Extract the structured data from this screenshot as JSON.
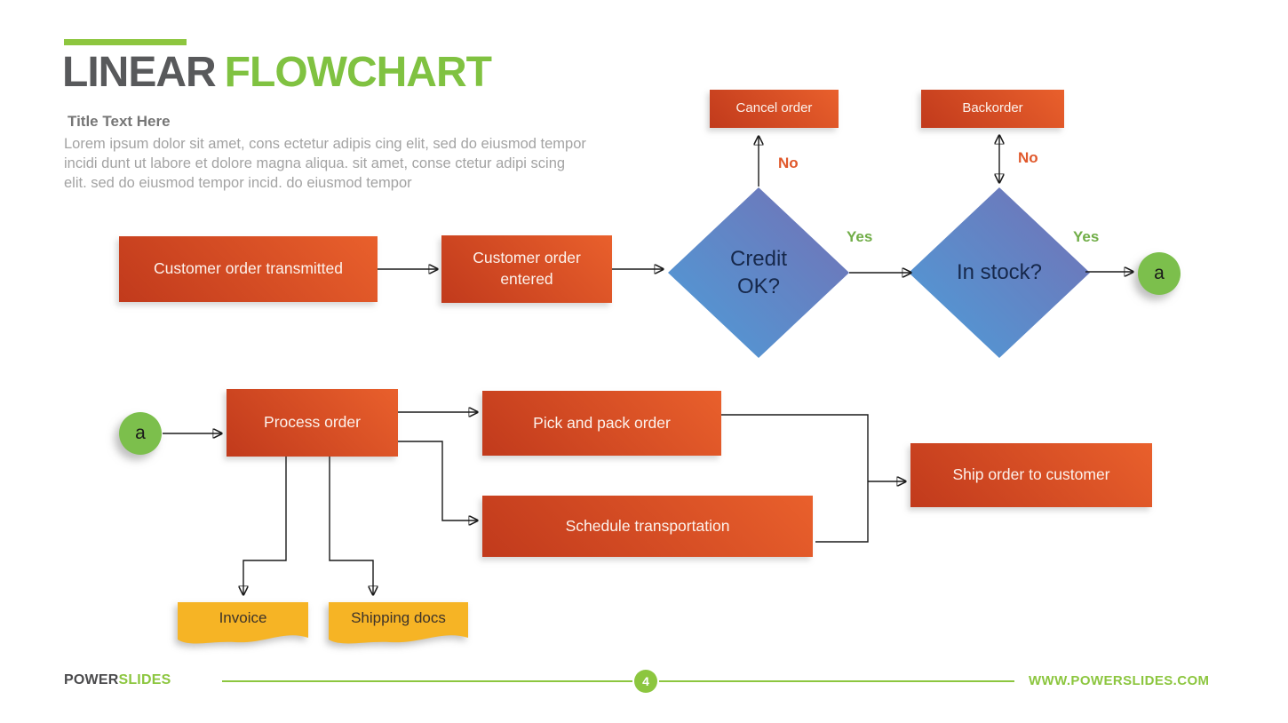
{
  "header": {
    "title_primary": "LINEAR",
    "title_accent": "FLOWCHART",
    "subtitle": "Title Text Here",
    "body_lines": [
      "Lorem ipsum dolor sit amet, cons ectetur adipis cing elit, sed do eiusmod tempor",
      "incidi dunt ut labore et dolore magna aliqua. sit amet, conse ctetur adipi scing",
      "elit. sed do eiusmod tempor incid. do eiusmod tempor"
    ]
  },
  "flowchart": {
    "nodes": {
      "customer_order_transmitted": {
        "label": "Customer order transmitted",
        "type": "process"
      },
      "customer_order_entered": {
        "label": "Customer order entered",
        "type": "process"
      },
      "credit_ok": {
        "label": "Credit OK?",
        "type": "decision"
      },
      "cancel_order": {
        "label": "Cancel order",
        "type": "process"
      },
      "in_stock": {
        "label": "In stock?",
        "type": "decision"
      },
      "backorder": {
        "label": "Backorder",
        "type": "process"
      },
      "connector_a_out": {
        "label": "a",
        "type": "connector"
      },
      "connector_a_in": {
        "label": "a",
        "type": "connector"
      },
      "process_order": {
        "label": "Process order",
        "type": "process"
      },
      "pick_and_pack": {
        "label": "Pick and pack order",
        "type": "process"
      },
      "schedule_transportation": {
        "label": "Schedule transportation",
        "type": "process"
      },
      "ship_order": {
        "label": "Ship order to customer",
        "type": "process"
      },
      "invoice": {
        "label": "Invoice",
        "type": "document"
      },
      "shipping_docs": {
        "label": "Shipping docs",
        "type": "document"
      }
    },
    "edge_labels": {
      "credit_no": "No",
      "credit_yes": "Yes",
      "stock_no": "No",
      "stock_yes": "Yes"
    }
  },
  "footer": {
    "logo_primary": "POWER",
    "logo_accent": "SLIDES",
    "page_number": "4",
    "website": "WWW.POWERSLIDES.COM"
  },
  "colors": {
    "accent_green": "#8dc63f",
    "title_gray": "#58595b",
    "body_gray": "#a3a3a3",
    "process_gradient_start": "#c13a1c",
    "process_gradient_end": "#e9602c",
    "decision_gradient_start": "#4d9dd9",
    "decision_gradient_end": "#7470b4",
    "document_yellow": "#f6b425",
    "connector_green": "#7cbf4c",
    "no_label_color": "#e0582b",
    "yes_label_color": "#70ad47",
    "line_color": "#1a1a1a"
  }
}
